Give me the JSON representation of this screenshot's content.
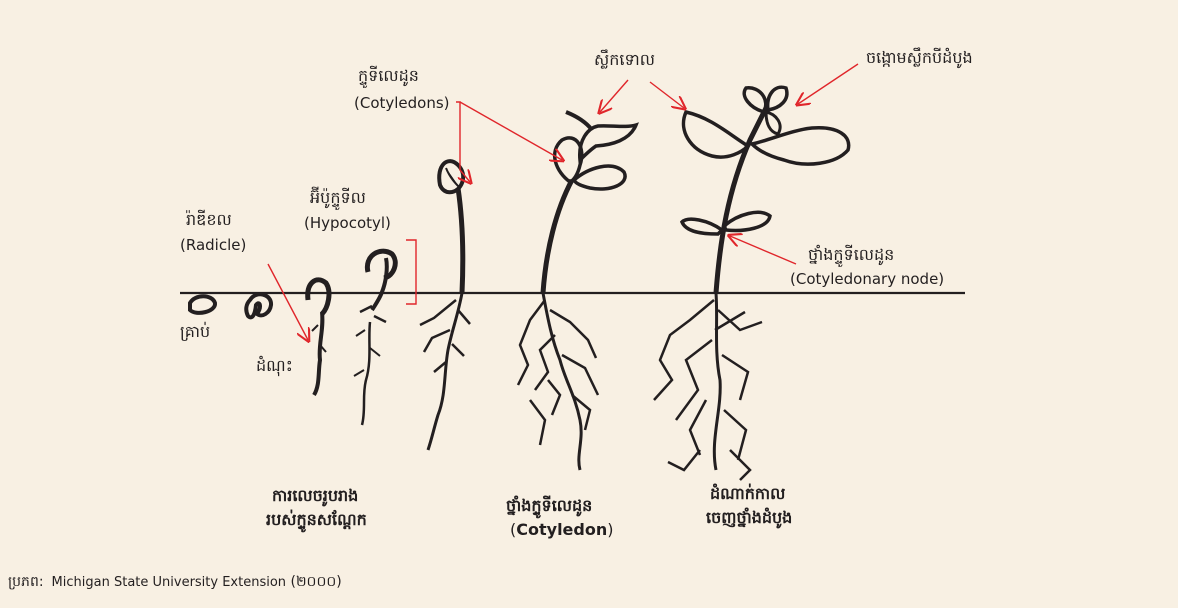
{
  "labels": {
    "cotyledons_km": "ក្ទូទីលេដូន",
    "cotyledons_en": "(Cotyledons)",
    "leaves_km": "ស្លឹកទោល",
    "first_leaves_km": "ចង្កោមស្លឹកបីដំបូង",
    "radicle_km": "រ៉ាឌីខល",
    "radicle_en": "(Radicle)",
    "hypocotyl_km": "អ៊ីប៉ូក្ទូទីល",
    "hypocotyl_en": "(Hypocotyl)",
    "node_km": "ថ្នាំងក្ទូទីលេដូន",
    "node_en": "(Cotyledonary node)",
    "seed_km": "គ្រាប់",
    "germination_km": "ដំណុះ",
    "emergence_km_1": "ការលេចរូបរាង",
    "emergence_km_2": "របស់ក្ទូនសណ្តែក",
    "cotyledon_stage_km": "ថ្នាំងក្ទូទីលេដូន",
    "cotyledon_stage_open": "(",
    "cotyledon_stage_en": "Cotyledon",
    "cotyledon_stage_close": ")",
    "first_node_km_1": "ដំណាក់កាល",
    "first_node_km_2": "ចេញថ្នាំងដំបូង"
  },
  "source": {
    "prefix": "ប្រភព:",
    "text": "Michigan State University Extension",
    "year": "(២០០០)"
  },
  "colors": {
    "background": "#f8f0e3",
    "ink": "#231f20",
    "arrow": "#e0262b"
  }
}
